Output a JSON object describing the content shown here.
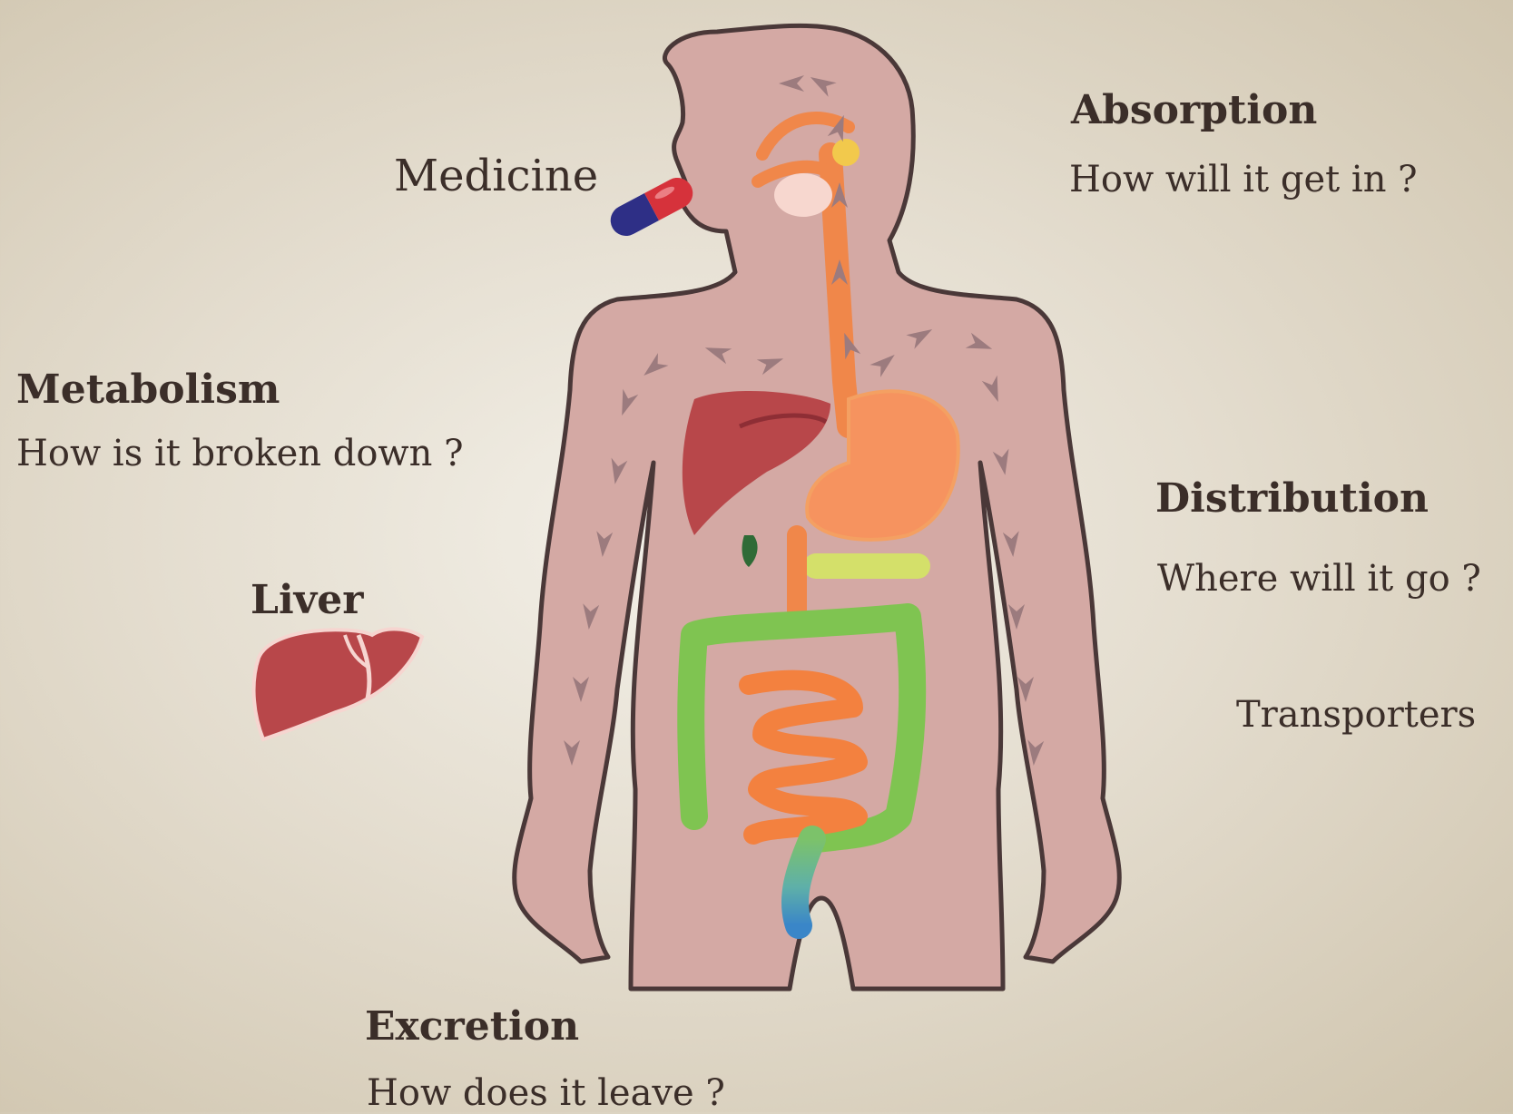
{
  "labels": {
    "medicine": "Medicine",
    "absorption": "Absorption",
    "absorption_q": "How will it get in ?",
    "metabolism": "Metabolism",
    "metabolism_q": "How is it broken down ?",
    "liver": "Liver",
    "distribution": "Distribution",
    "distribution_q": "Where will it go ?",
    "transporters": "Transporters",
    "excretion": "Excretion",
    "excretion_q": "How does it leave ?"
  },
  "colors": {
    "body_fill": "#d4a9a4",
    "body_outline": "#4a3838",
    "liver": "#b8474a",
    "stomach": "#f6935f",
    "large_intestine": "#7fc451",
    "small_intestine": "#f3813f",
    "capsule_red": "#d6323b",
    "capsule_blue": "#2e2f86",
    "arrow": "#9c7b7e"
  }
}
